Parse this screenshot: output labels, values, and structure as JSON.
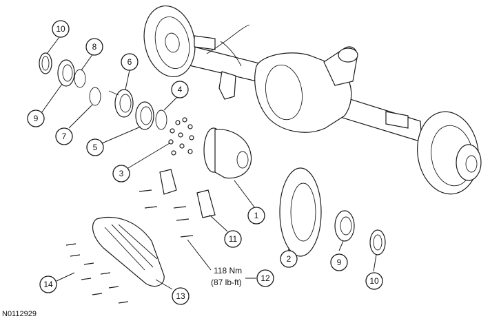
{
  "figure_id": "N0112929",
  "torque": {
    "metric": "118 Nm",
    "imperial": "(87 lb-ft)"
  },
  "callouts": [
    {
      "id": "c10a",
      "label": "10"
    },
    {
      "id": "c8",
      "label": "8"
    },
    {
      "id": "c6",
      "label": "6"
    },
    {
      "id": "c4",
      "label": "4"
    },
    {
      "id": "c9a",
      "label": "9"
    },
    {
      "id": "c7",
      "label": "7"
    },
    {
      "id": "c5",
      "label": "5"
    },
    {
      "id": "c3",
      "label": "3"
    },
    {
      "id": "c1",
      "label": "1"
    },
    {
      "id": "c11",
      "label": "11"
    },
    {
      "id": "c2",
      "label": "2"
    },
    {
      "id": "c9b",
      "label": "9"
    },
    {
      "id": "c10b",
      "label": "10"
    },
    {
      "id": "c12",
      "label": "12"
    },
    {
      "id": "c14",
      "label": "14"
    },
    {
      "id": "c13",
      "label": "13"
    }
  ]
}
